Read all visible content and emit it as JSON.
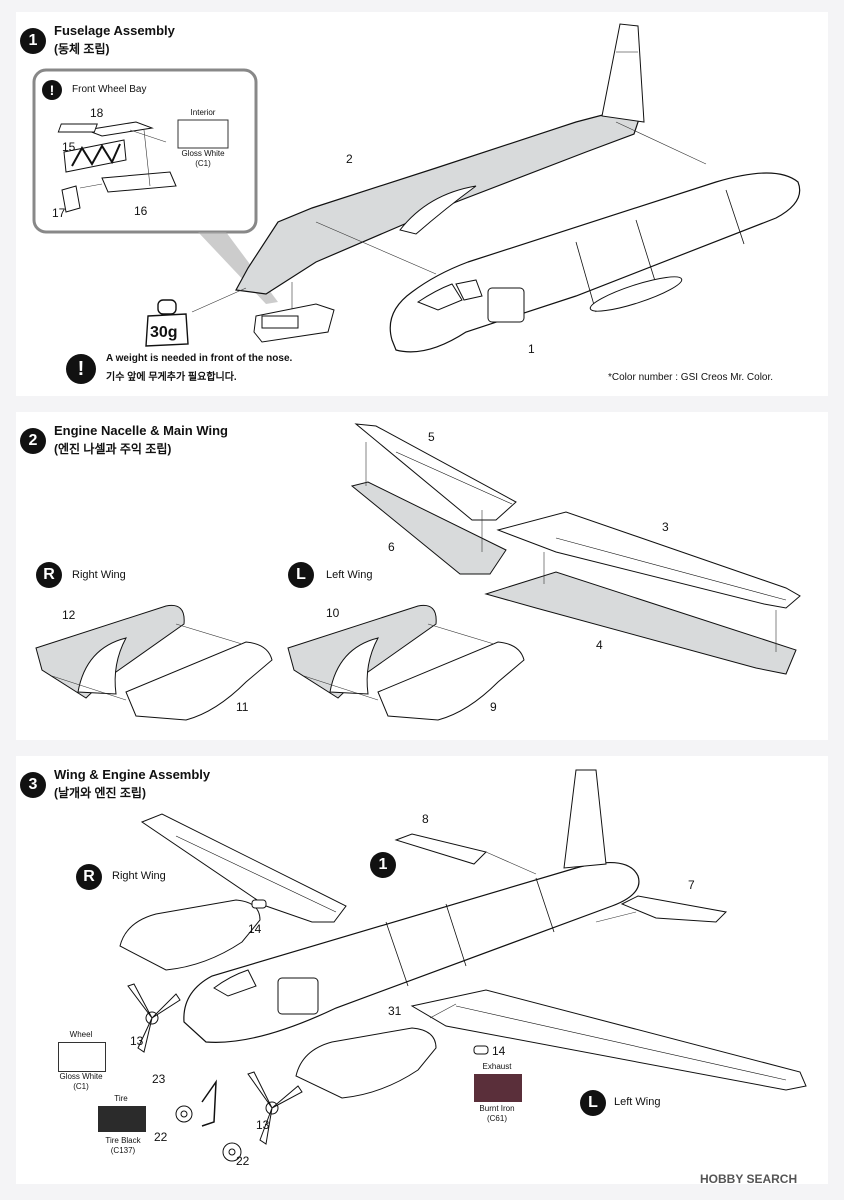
{
  "step1": {
    "number": "1",
    "title": "Fuselage Assembly",
    "subtitle": "(동체 조립)",
    "callout": {
      "icon": "!",
      "title": "Front Wheel Bay",
      "interior_label": "Interior",
      "paint_name": "Gloss White",
      "paint_code": "(C1)",
      "parts": [
        "18",
        "15",
        "17",
        "16"
      ]
    },
    "parts": [
      "2",
      "1"
    ],
    "weight_label": "30g",
    "warning_icon": "!",
    "warning_en": "A weight is needed in front of the nose.",
    "warning_ko": "기수 앞에 무게추가 필요합니다.",
    "color_note": "*Color number : GSI Creos Mr. Color."
  },
  "step2": {
    "number": "2",
    "title": "Engine Nacelle & Main Wing",
    "subtitle": "(엔진 나셀과 주익 조립)",
    "right_wing": {
      "badge": "R",
      "label": "Right Wing",
      "parts": [
        "12",
        "11"
      ]
    },
    "left_wing": {
      "badge": "L",
      "label": "Left Wing",
      "parts": [
        "10",
        "9"
      ]
    },
    "wing_parts": [
      "5",
      "6",
      "3",
      "4"
    ]
  },
  "step3": {
    "number": "3",
    "title": "Wing & Engine Assembly",
    "subtitle": "(날개와 엔진 조립)",
    "right_wing": {
      "badge": "R",
      "label": "Right Wing"
    },
    "left_wing": {
      "badge": "L",
      "label": "Left Wing"
    },
    "ref_step": "1",
    "parts": [
      "8",
      "7",
      "14",
      "31",
      "14",
      "13",
      "13",
      "23",
      "22",
      "22"
    ],
    "wheel_paint": {
      "label": "Wheel",
      "name": "Gloss White",
      "code": "(C1)",
      "color": "#ffffff"
    },
    "tire_paint": {
      "label": "Tire",
      "name": "Tire Black",
      "code": "(C137)",
      "color": "#2b2b2b"
    },
    "exhaust_paint": {
      "label": "Exhaust",
      "name": "Burnt Iron",
      "code": "(C61)",
      "color": "#5a2f3a"
    }
  },
  "watermark": "HOBBY SEARCH"
}
